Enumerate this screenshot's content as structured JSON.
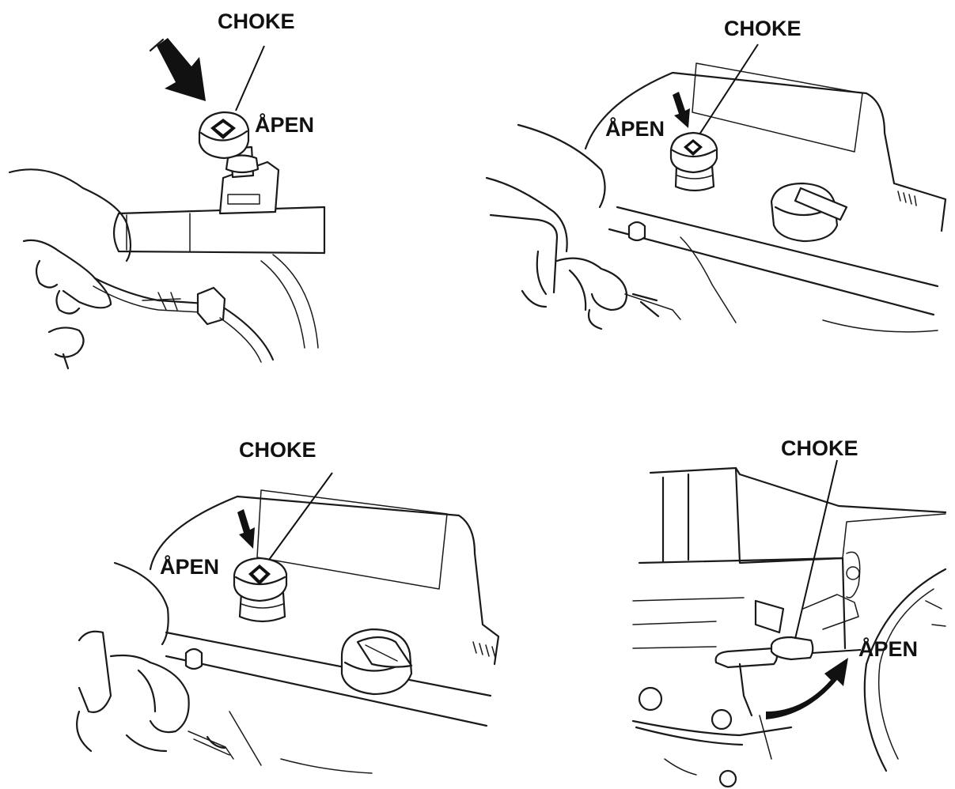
{
  "panels": [
    {
      "choke_label": "CHOKE",
      "open_label": "ÅPEN"
    },
    {
      "choke_label": "CHOKE",
      "open_label": "ÅPEN"
    },
    {
      "choke_label": "CHOKE",
      "open_label": "ÅPEN"
    },
    {
      "choke_label": "CHOKE",
      "open_label": "ÅPEN"
    }
  ],
  "colors": {
    "ink": "#111111",
    "paper": "#ffffff"
  }
}
